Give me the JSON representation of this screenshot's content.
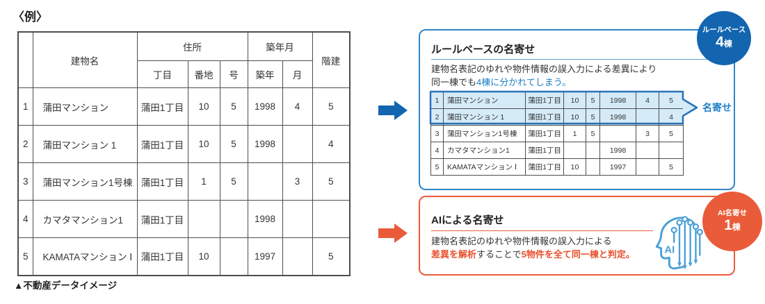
{
  "page": {
    "example_label": "〈例〉",
    "caption": "▲不動産データイメージ"
  },
  "table": {
    "header": {
      "building": "建物名",
      "address": "住所",
      "chome": "丁目",
      "banchi": "番地",
      "go": "号",
      "built": "築年月",
      "year": "築年",
      "month": "月",
      "floors": "階建"
    },
    "rows": [
      {
        "no": "1",
        "name": "蒲田マンション",
        "chome": "蒲田1丁目",
        "banchi": "10",
        "go": "5",
        "year": "1998",
        "month": "4",
        "floors": "5"
      },
      {
        "no": "2",
        "name": "蒲田マンション 1",
        "chome": "蒲田1丁目",
        "banchi": "10",
        "go": "5",
        "year": "1998",
        "month": "",
        "floors": "4"
      },
      {
        "no": "3",
        "name": "蒲田マンション1号棟",
        "chome": "蒲田1丁目",
        "banchi": "1",
        "go": "5",
        "year": "",
        "month": "3",
        "floors": "5"
      },
      {
        "no": "4",
        "name": "カマタマンション1",
        "chome": "蒲田1丁目",
        "banchi": "",
        "go": "",
        "year": "1998",
        "month": "",
        "floors": ""
      },
      {
        "no": "5",
        "name": "KAMATAマンション Ⅰ",
        "chome": "蒲田1丁目",
        "banchi": "10",
        "go": "",
        "year": "1997",
        "month": "",
        "floors": "5"
      }
    ]
  },
  "rule_based": {
    "title": "ルールベースの名寄せ",
    "desc_line1": "建物名表記のゆれや物件情報の誤入力による差異により",
    "desc_black": "同一棟でも",
    "desc_blue": "4棟に分かれてしまう。",
    "bracket_label": "名寄せ",
    "badge": {
      "label": "ルールベース",
      "number": "4",
      "unit": "棟"
    }
  },
  "ai_based": {
    "title": "AIによる名寄せ",
    "desc_line1": "建物名表記のゆれや物件情報の誤入力による",
    "desc_orange1": "差異を解析",
    "desc_black": "することで",
    "desc_orange2": "5物件を全て同一棟と判定。",
    "icon_label": "AI",
    "badge": {
      "label": "AI名寄せ",
      "number": "1",
      "unit": "棟"
    }
  },
  "colors": {
    "blue-border": "#2e86c9",
    "blue-dark": "#1365af",
    "blue-text": "#1d7fc6",
    "hl-fill": "#d5ebf8",
    "hl-border": "#2a72b8",
    "orange": "#ea5b3a",
    "orange-text": "#e8502c",
    "line": "#4d4d4d",
    "ink": "#333333",
    "icon-blue": "#4a9fd8"
  }
}
